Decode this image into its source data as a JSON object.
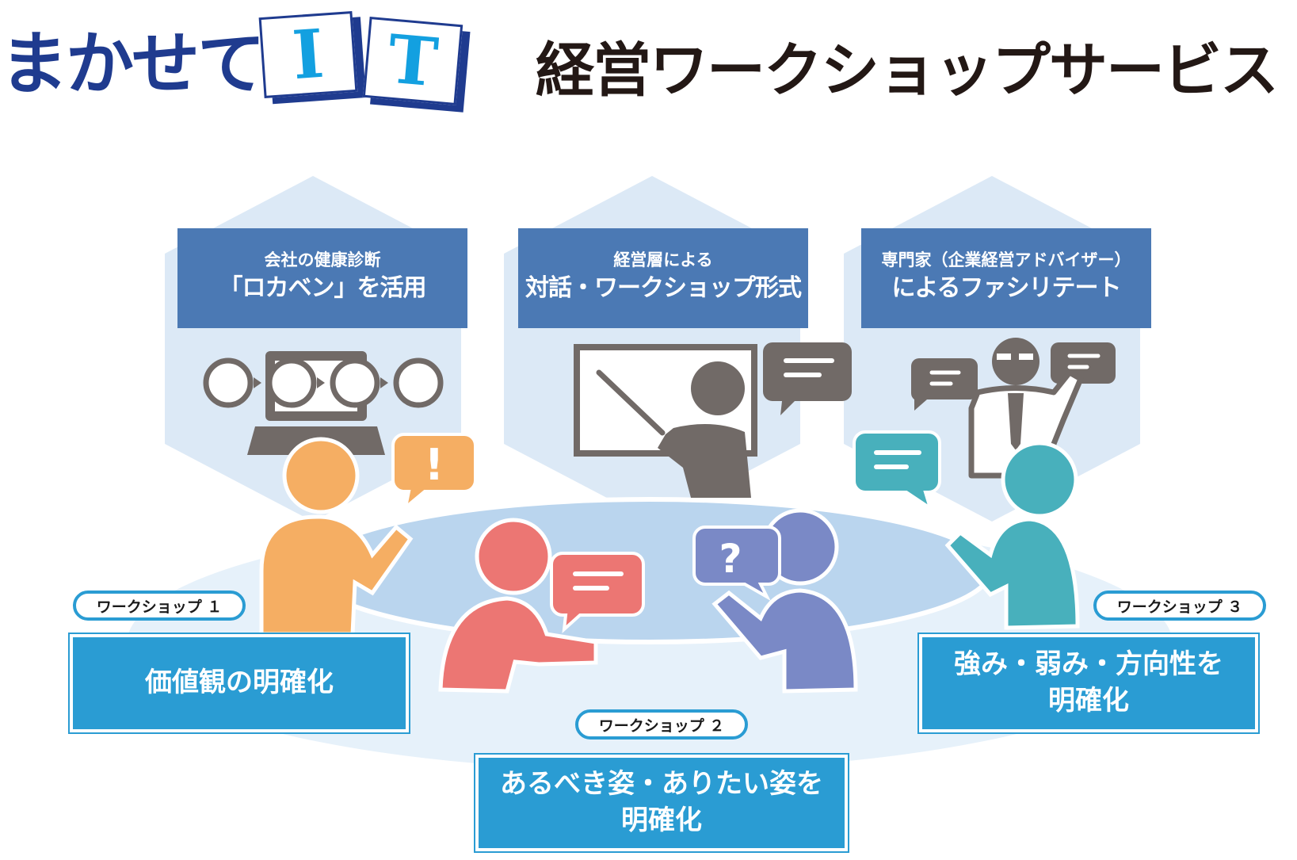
{
  "title": {
    "prefix": "まかせて",
    "card_letters": [
      "I",
      "T"
    ],
    "main": "経営ワークショップサービス"
  },
  "features": [
    {
      "line1": "会社の健康診断",
      "line2": "「ロカベン」を活用"
    },
    {
      "line1": "経営層による",
      "line2": "対話・ワークショップ形式"
    },
    {
      "line1": "専門家（企業経営アドバイザー）",
      "line2": "によるファシリテート"
    }
  ],
  "workshops": [
    {
      "label": "ワークショップ １",
      "result": "価値観の明確化"
    },
    {
      "label": "ワークショップ ２",
      "result": "あるべき姿・ありたい姿を\n明確化"
    },
    {
      "label": "ワークショップ ３",
      "result": "強み・弱み・方向性を\n明確化"
    }
  ],
  "icon_glyphs": {
    "exclaim": "!",
    "question": "?"
  },
  "colors": {
    "navy": "#1f3b8f",
    "header_blue": "#4b79b4",
    "result_blue": "#2a9cd3",
    "hexagon": "#dce9f6",
    "table": "#bad5ee",
    "person_orange": "#f5ae63",
    "person_red": "#ec7673",
    "person_purple": "#7a89c6",
    "person_teal": "#48b0bc",
    "icon_gray": "#716a67"
  }
}
